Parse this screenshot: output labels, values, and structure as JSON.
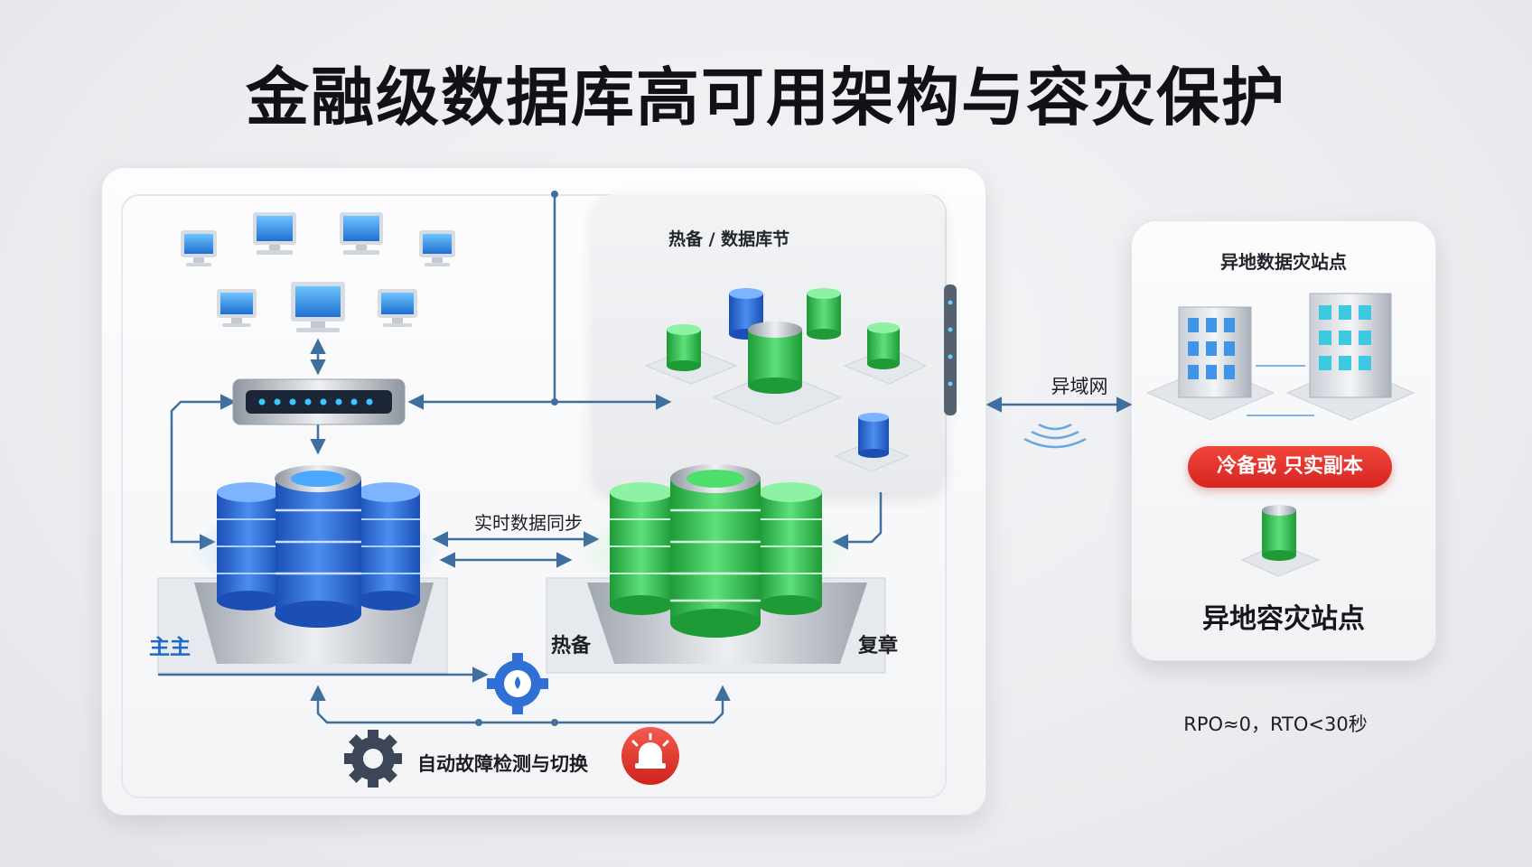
{
  "title": "金融级数据库高可用架构与容灾保护",
  "hot_region": {
    "label": "热备 / 数据库节"
  },
  "remote_site": {
    "header": "异地数据灾站点",
    "badge": "冷备或 只实副本",
    "footer": "异地容灾站点"
  },
  "labels": {
    "wan": "异域网",
    "sync": "实时数据同步",
    "primary": "主主",
    "hot_standby": "热备",
    "replica": "复章",
    "failover": "自动故障检测与切换",
    "metrics": "RPO≈0，RTO<30秒"
  },
  "colors": {
    "primary_blue": "#2f6fd6",
    "standby_green": "#2fbf4a",
    "alert_red": "#e0302a",
    "connector": "#3f6f9f"
  },
  "icons": [
    "monitor-icon",
    "switch-icon",
    "database-icon",
    "gear-icon",
    "alarm-icon",
    "building-icon",
    "signal-icon"
  ]
}
